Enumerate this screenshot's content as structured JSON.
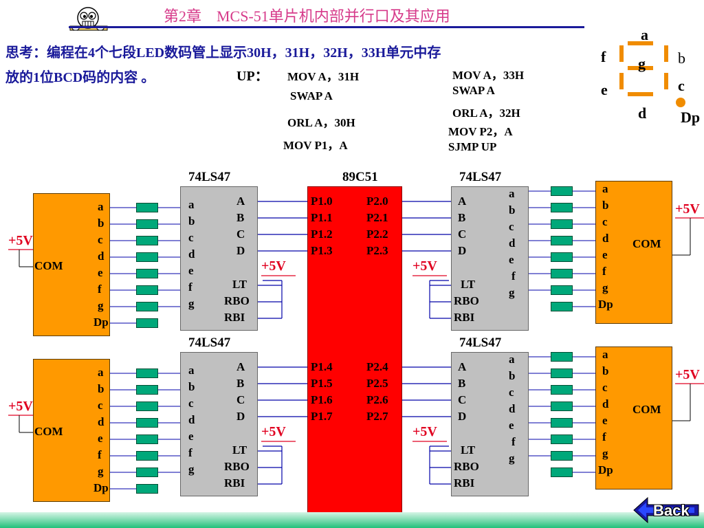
{
  "header": {
    "title": "第2章　MCS-51单片机内部并行口及其应用"
  },
  "question": {
    "line1": "思考：编程在4个七段LED数码管上显示30H，31H，32H，33H单元中存",
    "line2": "放的1位BCD码的内容 。"
  },
  "program": {
    "label": "UP：",
    "left": [
      "MOV   A，31H",
      "SWAP  A",
      "ORL   A，30H",
      "MOV   P1，A"
    ],
    "right": [
      "MOV   A，33H",
      "SWAP  A",
      "ORL   A，32H",
      "MOV   P2，A",
      "SJMP    UP"
    ]
  },
  "segment_legend": {
    "a": "a",
    "b": "b",
    "c": "c",
    "d": "d",
    "e": "e",
    "f": "f",
    "g": "g",
    "dp": "Dp",
    "segment_color": "#f08c00"
  },
  "chips": {
    "mcu": {
      "title": "89C51",
      "p1_top": [
        "P1.0",
        "P1.1",
        "P1.2",
        "P1.3"
      ],
      "p2_top": [
        "P2.0",
        "P2.1",
        "P2.2",
        "P2.3"
      ],
      "p1_bot": [
        "P1.4",
        "P1.5",
        "P1.6",
        "P1.7"
      ],
      "p2_bot": [
        "P2.4",
        "P2.5",
        "P2.6",
        "P2.7"
      ],
      "color": "#ff0000"
    },
    "decoder": {
      "title": "74LS47",
      "inputs": [
        "A",
        "B",
        "C",
        "D"
      ],
      "controls": [
        "LT",
        "RBO",
        "RBI"
      ],
      "outputs": [
        "a",
        "b",
        "c",
        "d",
        "e",
        "f",
        "g"
      ],
      "color": "#c0c0c0"
    },
    "display": {
      "segments": [
        "a",
        "b",
        "c",
        "d",
        "e",
        "f",
        "g",
        "Dp"
      ],
      "com": "COM",
      "color": "#ff9900"
    },
    "power": "+5V"
  },
  "nav": {
    "back_label": "Back"
  },
  "colors": {
    "wire": "#0000a8",
    "resistor": "#00a87a",
    "footer_gradient_from": "#d6f5e6",
    "footer_gradient_to": "#22c07a"
  }
}
